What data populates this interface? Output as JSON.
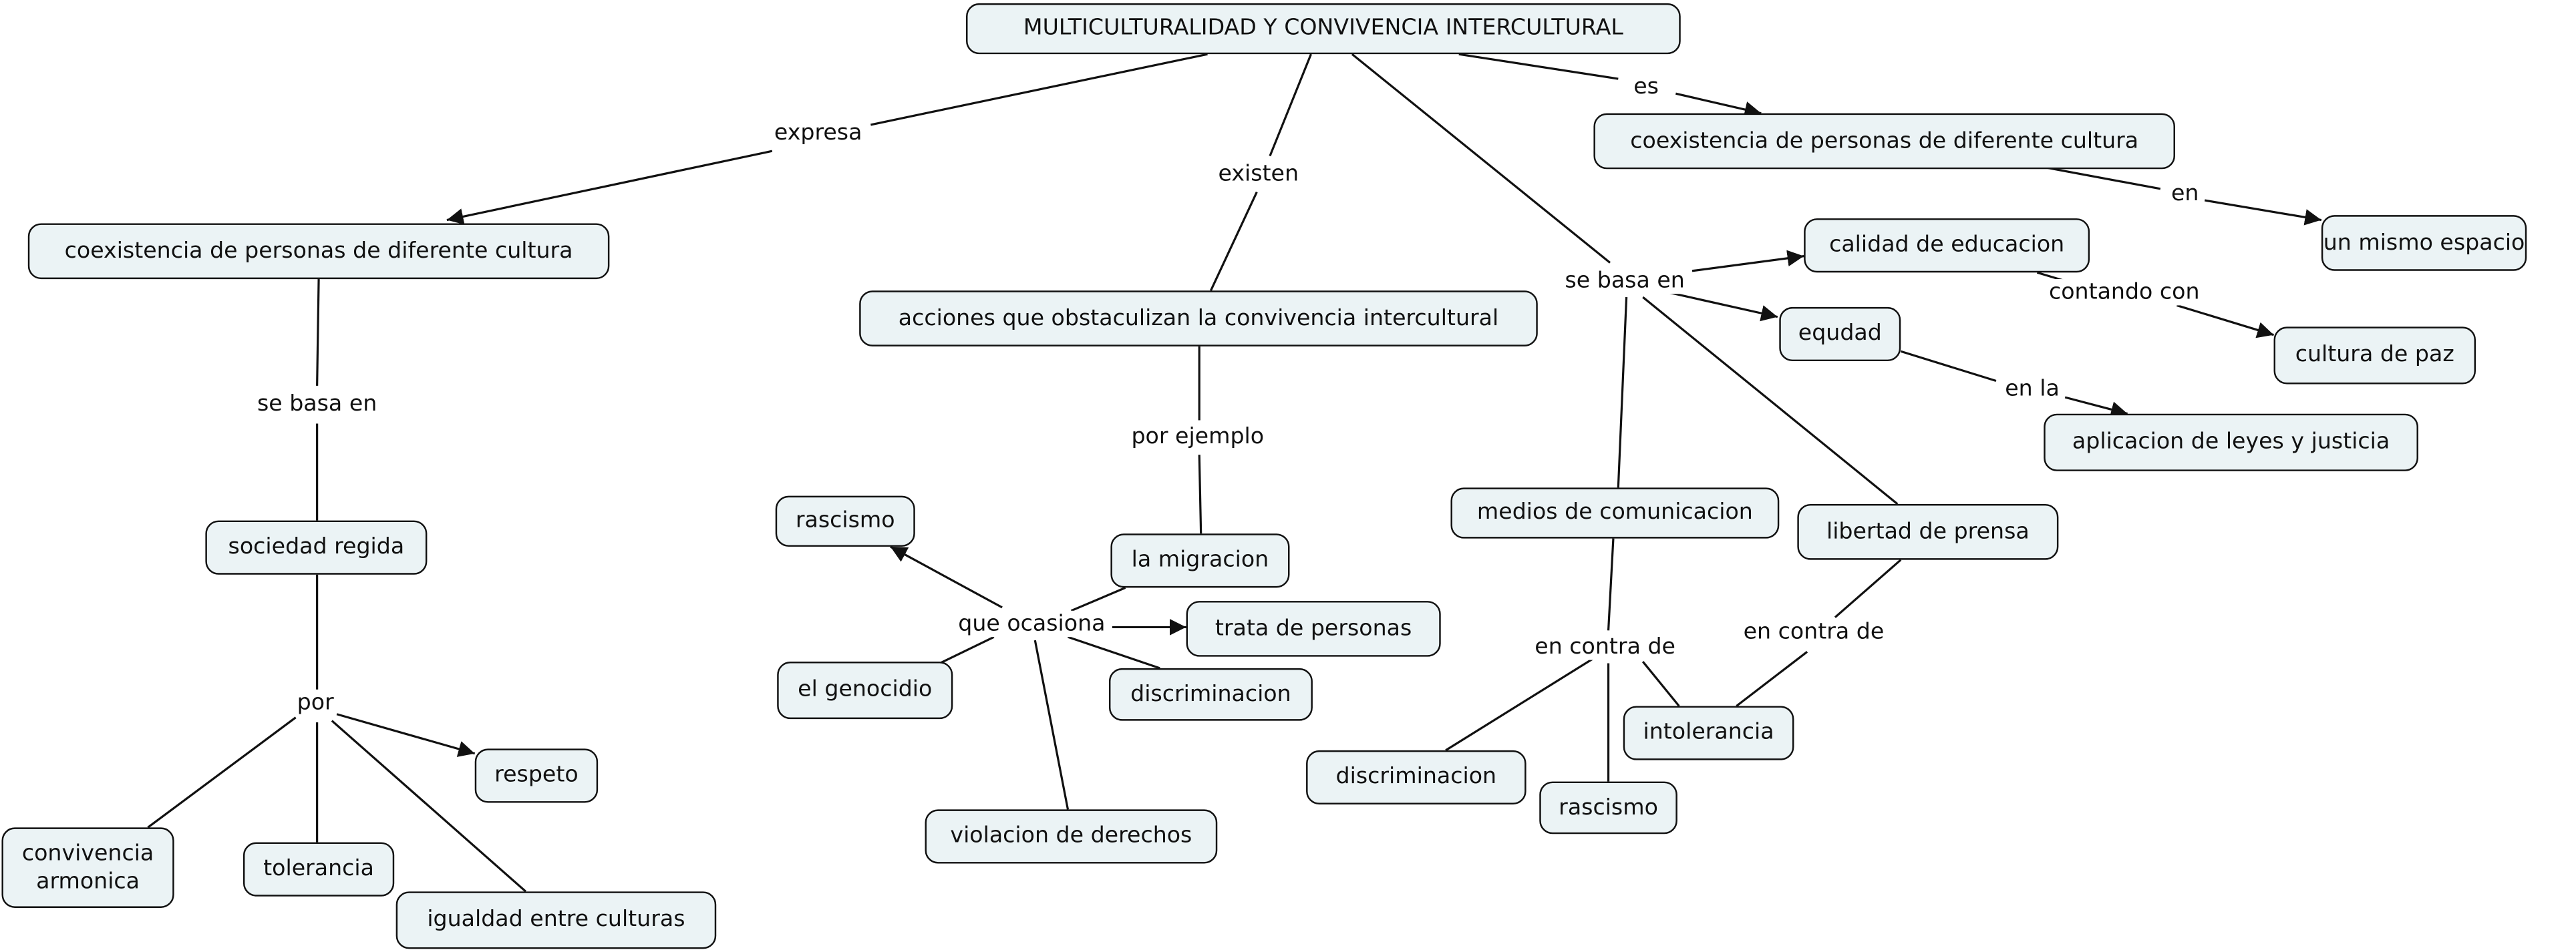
{
  "concepts": {
    "root": "MULTICULTURALIDAD Y CONVIVENCIA INTERCULTURAL",
    "coex_left": "coexistencia de personas de diferente cultura",
    "coex_right": "coexistencia de personas de diferente cultura",
    "mismo_espacio": "un mismo espacio",
    "acciones": "acciones que obstaculizan la convivencia intercultural",
    "calidad": "calidad de educacion",
    "cultura_paz": "cultura de paz",
    "equdad": "equdad",
    "aplicacion": "aplicacion de leyes y justicia",
    "sociedad": "sociedad regida",
    "rascismo_1": "rascismo",
    "migracion": "la migracion",
    "trata": "trata de personas",
    "genocidio": "el genocidio",
    "discriminacion_1": "discriminacion",
    "violacion": "violacion de derechos",
    "medios": "medios de comunicacion",
    "libertad": "libertad de prensa",
    "intolerancia": "intolerancia",
    "discriminacion_2": "discriminacion",
    "rascismo_2": "rascismo",
    "respeto": "respeto",
    "convivencia": "convivencia\narmonica",
    "tolerancia": "tolerancia",
    "igualdad": "igualdad entre culturas"
  },
  "links": {
    "expresa": "expresa",
    "existen": "existen",
    "es": "es",
    "en": "en",
    "se_basa_en_right": "se basa en",
    "contando_con": "contando con",
    "en_la": "en la",
    "se_basa_en_left": "se basa en",
    "por_ejemplo": "por ejemplo",
    "que_ocasiona": "que ocasiona",
    "en_contra_de_1": "en contra de",
    "en_contra_de_2": "en contra de",
    "por": "por"
  },
  "colors": {
    "node_fill": "#ebf3f5",
    "stroke": "#111111"
  }
}
